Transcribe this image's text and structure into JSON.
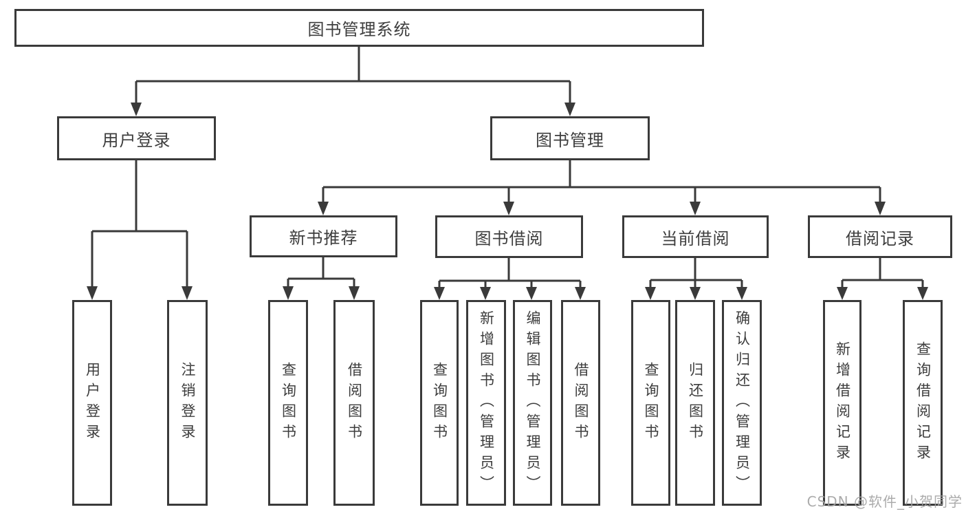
{
  "diagram": {
    "type": "hierarchy-tree",
    "colors": {
      "background": "#ffffff",
      "box_border": "#3a3a3a",
      "connector_line": "#3a3a3a",
      "text": "#3d3d3d",
      "watermark": "#a3a3a3"
    },
    "nodes": {
      "root": {
        "label": "图书管理系统"
      },
      "login": {
        "label": "用户登录"
      },
      "mgmt": {
        "label": "图书管理"
      },
      "newbook": {
        "label": "新书推荐"
      },
      "borrow": {
        "label": "图书借阅"
      },
      "current": {
        "label": "当前借阅"
      },
      "records": {
        "label": "借阅记录"
      },
      "user_login": {
        "label": "用户登录"
      },
      "logout": {
        "label": "注销登录"
      },
      "nb_query": {
        "label": "查询图书"
      },
      "nb_borrow": {
        "label": "借阅图书"
      },
      "bw_query": {
        "label": "查询图书"
      },
      "bw_add": {
        "label": "新增图书（管理员）"
      },
      "bw_edit": {
        "label": "编辑图书（管理员）"
      },
      "bw_borrow": {
        "label": "借阅图书"
      },
      "cur_query": {
        "label": "查询图书"
      },
      "cur_return": {
        "label": "归还图书"
      },
      "cur_confirm": {
        "label": "确认归还（管理员）"
      },
      "rec_add": {
        "label": "新增借阅记录"
      },
      "rec_query": {
        "label": "查询借阅记录"
      }
    },
    "hierarchy": {
      "root": [
        "login",
        "mgmt"
      ],
      "login": [
        "user_login",
        "logout"
      ],
      "mgmt": [
        "newbook",
        "borrow",
        "current",
        "records"
      ],
      "newbook": [
        "nb_query",
        "nb_borrow"
      ],
      "borrow": [
        "bw_query",
        "bw_add",
        "bw_edit",
        "bw_borrow"
      ],
      "current": [
        "cur_query",
        "cur_return",
        "cur_confirm"
      ],
      "records": [
        "rec_add",
        "rec_query"
      ]
    },
    "watermark": "CSDN @软件_小贺同学"
  }
}
